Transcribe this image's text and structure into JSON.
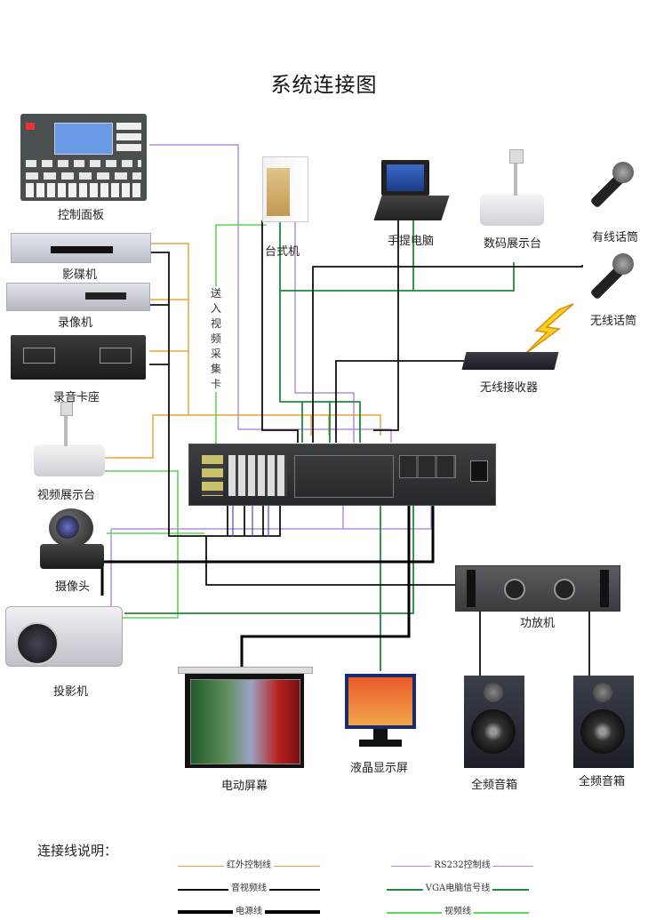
{
  "title": "系统连接图",
  "colors": {
    "ir": "#e8a33c",
    "av": "#111111",
    "power": "#000000",
    "rs232": "#b48ee0",
    "vga": "#1f8a3a",
    "video": "#5fd35a"
  },
  "devices": {
    "control_panel": "控制面板",
    "vcd": "影碟机",
    "vcr": "录像机",
    "cassette": "录音卡座",
    "video_presenter": "视频展示台",
    "camera": "摄像头",
    "projector": "投影机",
    "desktop": "台式机",
    "laptop": "手提电脑",
    "digital_presenter": "数码展示台",
    "wired_mic": "有线话筒",
    "wireless_mic": "无线话筒",
    "wireless_receiver": "无线接收器",
    "amplifier": "功放机",
    "electric_screen": "电动屏幕",
    "lcd_monitor": "液晶显示屏",
    "speaker_left": "全频音箱",
    "speaker_right": "全频音箱"
  },
  "capture_card_note": "送入视频采集卡",
  "legend": {
    "title": "连接线说明：",
    "items": [
      {
        "label": "红外控制线",
        "color": "#e8a33c",
        "weight": "thin"
      },
      {
        "label": "RS232控制线",
        "color": "#b48ee0",
        "weight": "thin"
      },
      {
        "label": "音视频线",
        "color": "#111111",
        "weight": "medium"
      },
      {
        "label": "VGA电脑信号线",
        "color": "#1f8a3a",
        "weight": "medium"
      },
      {
        "label": "电源线",
        "color": "#000000",
        "weight": "thick"
      },
      {
        "label": "视频线",
        "color": "#5fd35a",
        "weight": "medium"
      }
    ]
  }
}
